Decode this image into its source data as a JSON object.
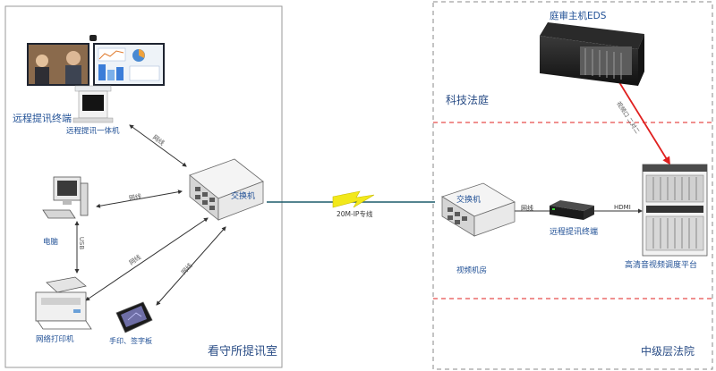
{
  "detention_room": {
    "title": "看守所提讯室",
    "devices": {
      "terminal": "远程提讯终端",
      "all_in_one": "远程提讯一体机",
      "computer": "电脑",
      "printer": "网络打印机",
      "signpad": "手印、签字板",
      "switch": "交换机"
    },
    "links": {
      "terminal_switch": "网线",
      "computer_switch": "网线",
      "computer_printer": "USB",
      "printer_switch": "网线",
      "signpad_switch": "网线"
    }
  },
  "wan": {
    "label": "20M-IP专线"
  },
  "court": {
    "tech_court": "科技法庭",
    "intermediate_court": "中级层法院",
    "server": "庭审主机EDS",
    "server_link": "视频口 二对二",
    "switch": "交换机",
    "video_room": "视频机房",
    "terminal": "远程提讯终端",
    "platform": "高清音视频调度平台",
    "link_switch_terminal": "网线",
    "link_terminal_platform": "HDMI"
  },
  "colors": {
    "label_blue": "#1f4f95",
    "accent_red": "#e0201f",
    "wan_yellow": "#f2e81a",
    "border_dashed": "#8a8a8a",
    "left_panel_border": "#9a9a9a"
  }
}
